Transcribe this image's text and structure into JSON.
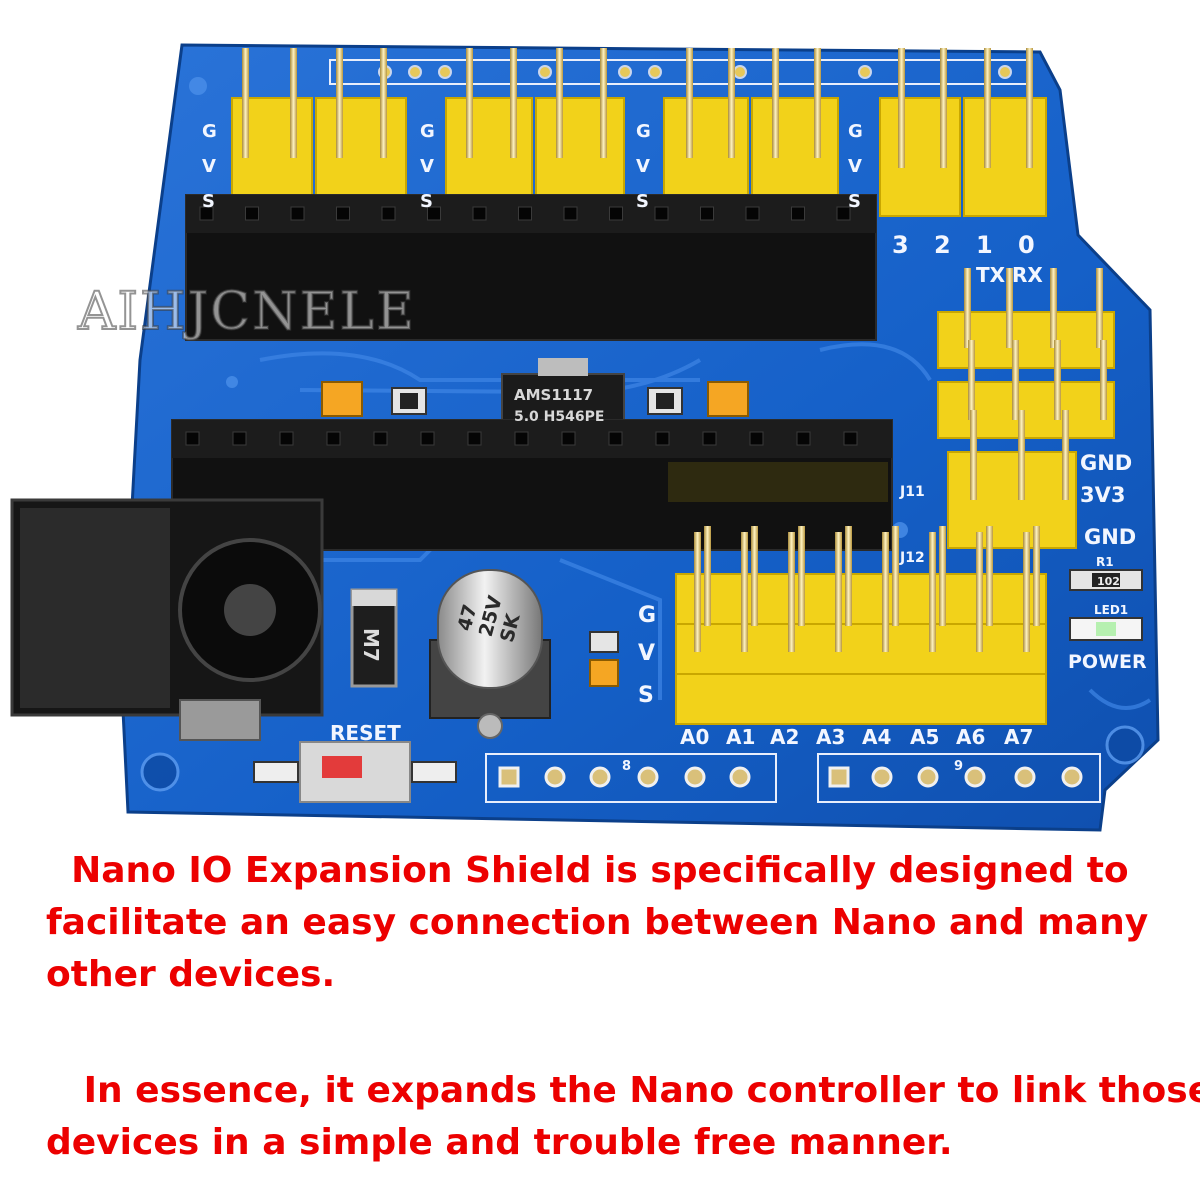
{
  "watermark": "AIHJCNELE",
  "board": {
    "digital_side_labels": [
      "G",
      "V",
      "S"
    ],
    "digital_numbers": [
      "3",
      "2",
      "1",
      "0"
    ],
    "uart_label": "TX RX",
    "regulator_lines": [
      "AMS1117",
      "5.0 H546PE"
    ],
    "capacitor_lines": [
      "47",
      "25V",
      "SK"
    ],
    "diode_label": "M7",
    "reset_label": "RESET",
    "header_labels": [
      "J11",
      "J12"
    ],
    "power_rail_labels": [
      "GND",
      "3V3",
      "GND"
    ],
    "analog_side_labels": [
      "G",
      "V",
      "S"
    ],
    "analog_labels": [
      "A0",
      "A1",
      "A2",
      "A3",
      "A4",
      "A5",
      "A6",
      "A7"
    ],
    "r1_label": "R1",
    "r1_value": "102",
    "led_label": "LED1",
    "power_label": "POWER",
    "pad_row_labels": [
      "8",
      "9"
    ]
  },
  "caption": {
    "paragraph1_lines": [
      "  Nano IO Expansion Shield is specifically designed to",
      "facilitate an easy connection between Nano and many",
      "other devices."
    ],
    "paragraph2_lines": [
      "   In essence, it expands the Nano controller to link those",
      "devices in a simple and trouble free manner."
    ]
  },
  "colors": {
    "pcb": "#1560c8",
    "header_plastic": "#f2d21a",
    "caption_text": "#ec0000"
  }
}
